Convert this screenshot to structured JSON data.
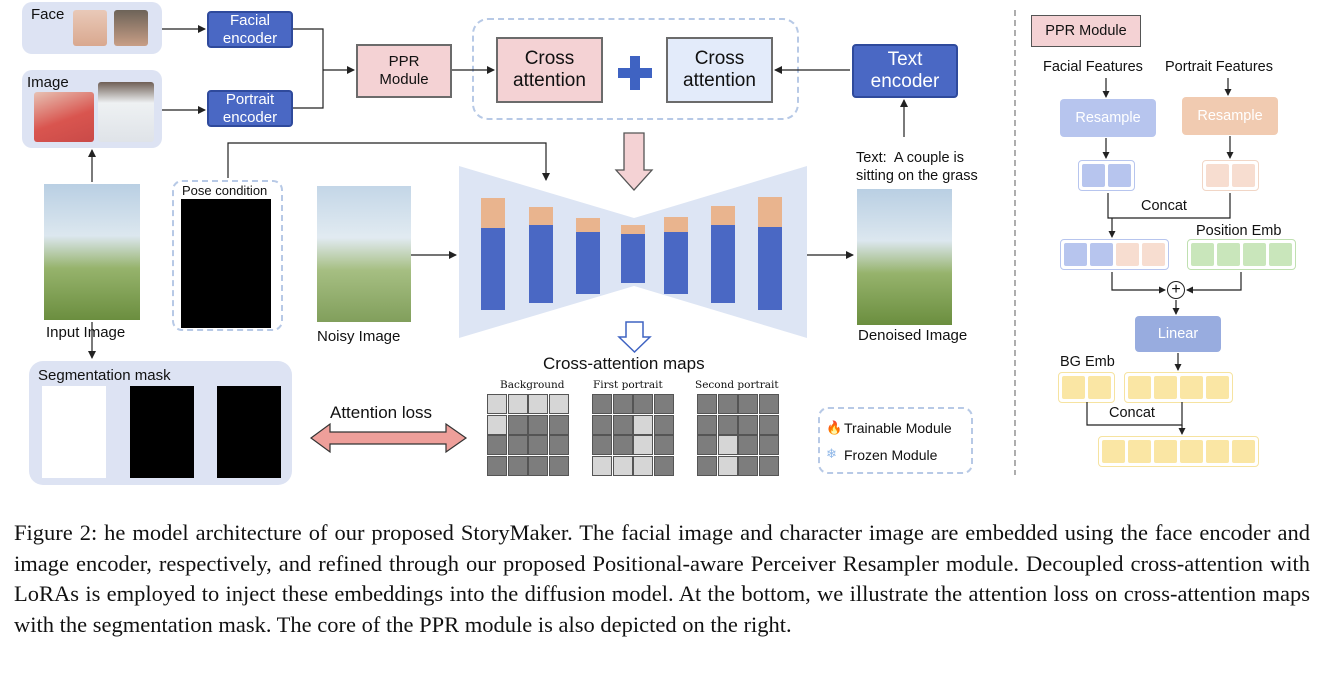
{
  "left_panel": {
    "face_label": "Face",
    "image_label": "Image",
    "facial_encoder": "Facial\nencoder",
    "portrait_encoder": "Portrait\nencoder",
    "ppr_module": "PPR\nModule",
    "cross_attention_left": "Cross\nattention",
    "cross_attention_right": "Cross\nattention",
    "text_encoder": "Text\nencoder",
    "text_prompt": "Text:  A couple is\nsitting on the grass",
    "input_image": "Input Image",
    "pose_condition": "Pose condition",
    "noisy_image": "Noisy Image",
    "denoised_image": "Denoised Image",
    "segmentation_mask": "Segmentation mask",
    "attention_loss": "Attention loss",
    "cross_attention_maps": "Cross-attention maps",
    "map_labels": [
      "Background",
      "First portrait",
      "Second portrait"
    ],
    "legend_trainable": "Trainable Module",
    "legend_frozen": "Frozen Module",
    "maps": [
      [
        [
          0,
          0,
          0,
          0
        ],
        [
          0,
          1,
          1,
          1
        ],
        [
          1,
          1,
          1,
          1
        ],
        [
          1,
          1,
          1,
          1
        ]
      ],
      [
        [
          1,
          1,
          1,
          1
        ],
        [
          1,
          1,
          0,
          1
        ],
        [
          1,
          1,
          0,
          1
        ],
        [
          0,
          0,
          0,
          1
        ]
      ],
      [
        [
          1,
          1,
          1,
          1
        ],
        [
          1,
          1,
          1,
          1
        ],
        [
          1,
          0,
          1,
          1
        ],
        [
          1,
          0,
          1,
          1
        ]
      ]
    ],
    "colors": {
      "map_light": "#d6d6d6",
      "map_dark": "#7d7d7d"
    }
  },
  "right_panel": {
    "title": "PPR Module",
    "facial_features": "Facial Features",
    "portrait_features": "Portrait Features",
    "resample_left": "Resample",
    "resample_right": "Resample",
    "concat_top": "Concat",
    "position_emb": "Position Emb",
    "plus": "+",
    "linear": "Linear",
    "bg_emb": "BG Emb",
    "concat_bottom": "Concat"
  },
  "caption": "Figure 2: he model architecture of our proposed StoryMaker. The facial image and character image are embedded using the face encoder and image encoder, respectively, and refined through our proposed Positional-aware Perceiver Resampler module. Decoupled cross-attention with LoRAs is employed to inject these embeddings into the diffusion model. At the bottom, we illustrate the attention loss on cross-attention maps with the segmentation mask. The core of the PPR module is also depicted on the right.",
  "icons": {
    "fire": "fire-icon",
    "snowflake": "snowflake-icon"
  }
}
